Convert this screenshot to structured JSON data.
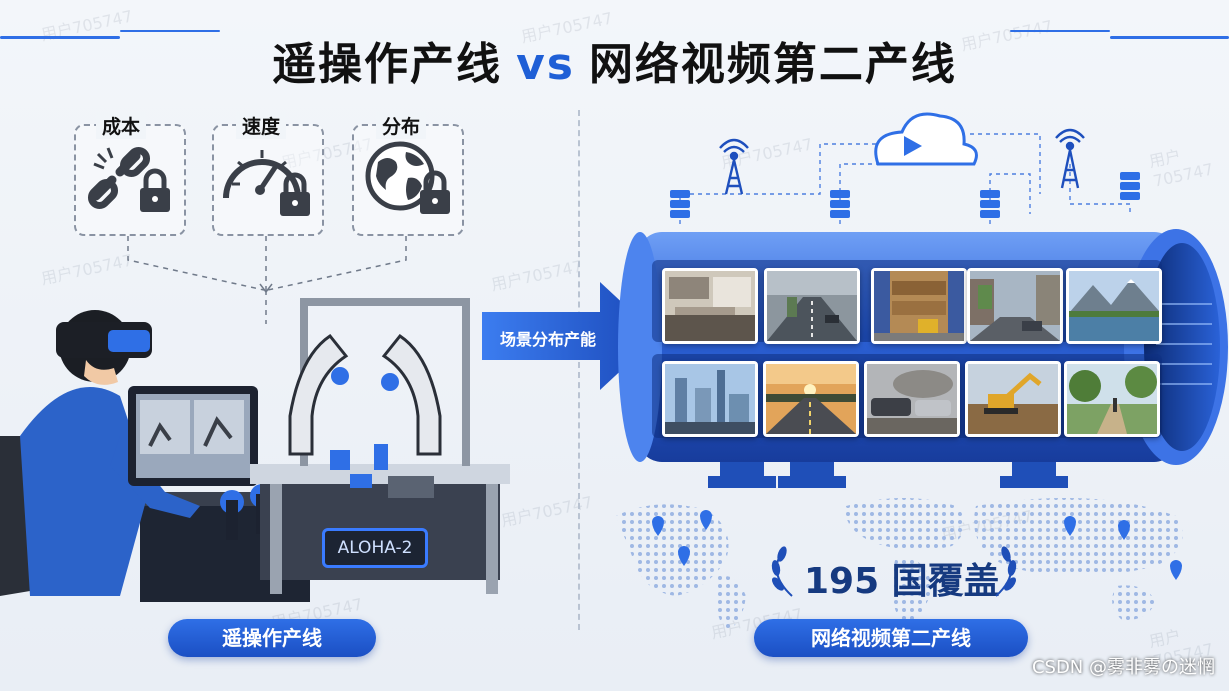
{
  "header": {
    "title_left": "遥操作产线",
    "title_vs": "vs",
    "title_right": "网络视频第二产线"
  },
  "left_panel": {
    "constraints": [
      {
        "label": "成本",
        "icon": "broken-chain-lock-icon"
      },
      {
        "label": "速度",
        "icon": "speedometer-lock-icon"
      },
      {
        "label": "分布",
        "icon": "globe-lock-icon"
      }
    ],
    "robot_label": "ALOHA-2",
    "pill_label": "遥操作产线"
  },
  "arrow": {
    "label": "场景分布产能"
  },
  "right_panel": {
    "coverage": "195 国覆盖",
    "pill_label": "网络视频第二产线",
    "thumbnails": [
      {
        "name": "kitchen",
        "color": "#b9b1a4"
      },
      {
        "name": "rainy-road",
        "color": "#6f7a82"
      },
      {
        "name": "warehouse",
        "color": "#a67c4a"
      },
      {
        "name": "city-street",
        "color": "#7f8f9e"
      },
      {
        "name": "mountain-lake",
        "color": "#5d86a6"
      },
      {
        "name": "refinery",
        "color": "#6d8fb0"
      },
      {
        "name": "sunset-road",
        "color": "#c98a4b"
      },
      {
        "name": "car-crash",
        "color": "#8a8782"
      },
      {
        "name": "excavator-site",
        "color": "#9b7b4e"
      },
      {
        "name": "park",
        "color": "#7da264"
      }
    ]
  },
  "watermark": {
    "text": "用户705747"
  },
  "footer": {
    "credit": "CSDN @雾非雾の迷惘"
  },
  "colors": {
    "accent": "#1f5fd6",
    "dark_text": "#111111",
    "pipe_blue": "#2f6fe6"
  }
}
